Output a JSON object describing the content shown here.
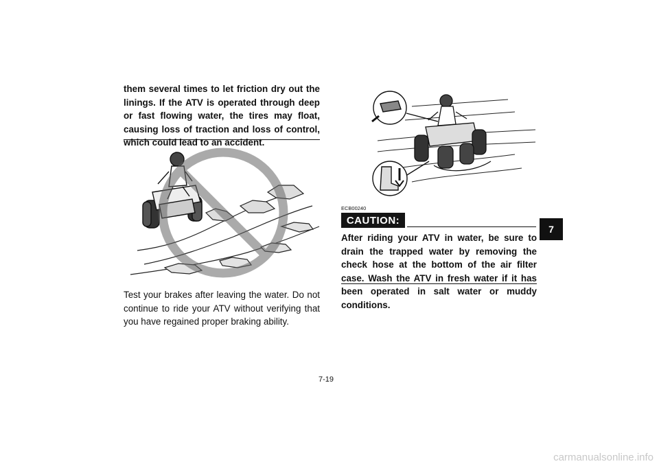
{
  "left_column": {
    "intro_bold": "them several times to let friction dry out the linings. If the ATV is operated through deep or fast flowing water, the tires may float, causing loss of traction and loss of control, which could lead to an accident.",
    "body_text": "Test your brakes after leaving the water. Do not continue to ride your ATV without verifying that you have regained proper braking ability."
  },
  "right_column": {
    "code": "ECB00240",
    "caution_label": "CAUTION:",
    "caution_text": "After riding your ATV in water, be sure to drain the trapped water by removing the check hose at the bottom of the air filter case. Wash the ATV in fresh water if it has been operated in salt water or muddy conditions."
  },
  "section_tab": "7",
  "page_number": "7-19",
  "watermark": "carmanualsonline.info"
}
